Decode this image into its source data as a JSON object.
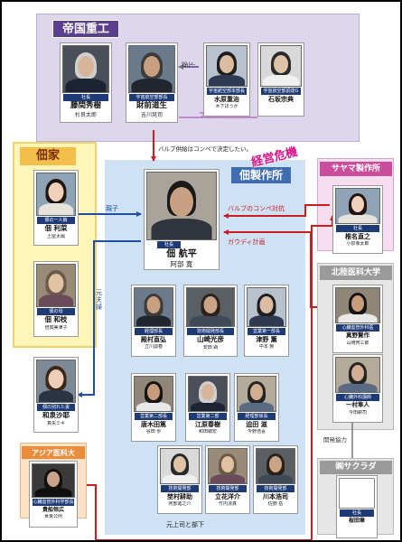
{
  "groups": {
    "teikoku": "帝国重工",
    "tsukuda_family": "佃家",
    "tsukuda_works": "佃製作所",
    "sayama": "サヤマ製作所",
    "hokuriku": "北陸医科大学",
    "asia": "アジア医科大",
    "sakurada": "㈱サクラダ"
  },
  "people": {
    "fujima": {
      "role": "社長",
      "name": "藤間秀樹",
      "actor": "杉良太郎"
    },
    "zaizen": {
      "role": "宇宙航空部部長",
      "name": "財前道生",
      "actor": "吉川晃司"
    },
    "mizuhara": {
      "role": "宇宙航空部本部長",
      "name": "水原重治",
      "actor": "木下ほうか"
    },
    "ishizaka": {
      "role": "宇宙航空部調達G",
      "name": "石坂宗典",
      "actor": ""
    },
    "rina": {
      "role": "佃の一人娘",
      "name": "佃 利菜",
      "actor": "土屋太鳳"
    },
    "wako": {
      "role": "佃の母",
      "name": "佃 和枝",
      "actor": "倍賞美津子"
    },
    "saya": {
      "role": "佃の別れた妻",
      "name": "和泉沙耶",
      "actor": "真矢ミキ"
    },
    "kaiuchi": {
      "role": "心臓血管外科学部長",
      "name": "貴船恒広",
      "actor": "世良公則"
    },
    "tsukuda": {
      "role": "社長",
      "name": "佃 航平",
      "actor": "阿部 寛"
    },
    "tonomura": {
      "role": "経理部長",
      "name": "殿村直弘",
      "actor": "立川談春"
    },
    "yamazaki": {
      "role": "技術開発部長",
      "name": "山崎光彦",
      "actor": "安田 顕"
    },
    "tsuno": {
      "role": "営業第一部長",
      "name": "津野 薫",
      "actor": "中本 賢"
    },
    "karasawa": {
      "role": "営業第二部長",
      "name": "唐木田篤",
      "actor": "谷田 歩"
    },
    "ebara": {
      "role": "営業第二部",
      "name": "江原春樹",
      "actor": "和田聰宏"
    },
    "sakoda": {
      "role": "経理部係長",
      "name": "迫田 滋",
      "actor": "今野浩喜"
    },
    "tachibana": {
      "role": "技術開発部",
      "name": "立花洋介",
      "actor": "竹内涼真"
    },
    "hiyama": {
      "role": "技術開発部",
      "name": "埜村耕助",
      "actor": "阿部進之介"
    },
    "kawamoto": {
      "role": "技術開発部",
      "name": "川本浩司",
      "actor": "佐野 岳"
    },
    "shiina": {
      "role": "社長",
      "name": "椎名直之",
      "actor": "小泉孝太郎"
    },
    "manno": {
      "role": "心臓血管外科医",
      "name": "真野賢作",
      "actor": "山崎育三郎"
    },
    "ichimura": {
      "role": "心臓外科講師",
      "name": "一村隼人",
      "actor": "今田耕司"
    },
    "sakurada_p": {
      "role": "社長",
      "name": "桜田章",
      "actor": ""
    }
  },
  "relations": {
    "bu_ka": "部下",
    "rival": "ライバル",
    "valve": "バルブ供給はコンペで決定したい。",
    "keiei_kiki": "経営危機",
    "oyako": "親子",
    "moto_fuufu": "元夫婦",
    "valve_compe": "バルブのコンペ対抗",
    "gaudi": "ガウディ計画",
    "kaihatsu": "開発協力",
    "moto_joushi": "元上司と部下"
  },
  "colors": {
    "teikoku_bg": "#ddd6ec",
    "teikoku_header": "#5a3f8e",
    "family_bg": "#fff5b8",
    "family_border": "#f0d26c",
    "family_header": "#f2c04a",
    "works_bg": "#cfe2f5",
    "works_header": "#3f6fb0",
    "sayama_header": "#c84e9c",
    "sayama_bg": "#f6ddef",
    "hokuriku_header": "#9a9a9a",
    "hokuriku_bg": "#e6e6e6",
    "asia_header": "#e98c3c",
    "asia_bg": "#fde2c8",
    "red_arrow": "#c81e1e",
    "blue_arrow": "#1e4fa0",
    "rival_text": "#a23da8",
    "tag_bg": "#1f3b77"
  }
}
